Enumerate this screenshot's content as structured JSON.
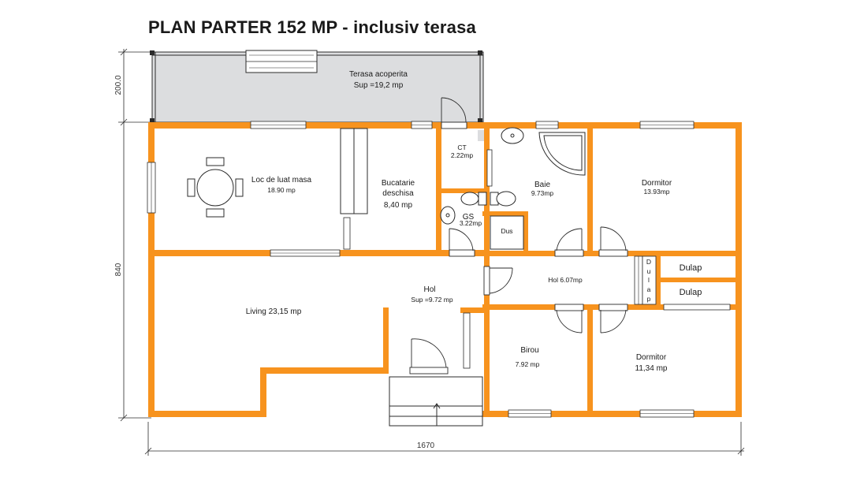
{
  "title": "PLAN PARTER 152 MP - inclusiv terasa",
  "dimensions": {
    "terrace_depth": "200.0",
    "height": "840",
    "width": "1670"
  },
  "rooms": {
    "terasa": {
      "name": "Terasa acoperita",
      "area": "Sup =19,2 mp"
    },
    "loc_masa": {
      "name": "Loc de luat masa",
      "area": "18.90 mp"
    },
    "bucatarie": {
      "name_line1": "Bucatarie",
      "name_line2": "deschisa",
      "area": "8,40 mp"
    },
    "ct": {
      "name": "CT",
      "area": "2.22mp"
    },
    "baie": {
      "name": "Baie",
      "area": "9.73mp"
    },
    "gs": {
      "name": "GS",
      "area": "3.22mp"
    },
    "dus": {
      "name": "Dus"
    },
    "dormitor1": {
      "name": "Dormitor",
      "area": "13.93mp"
    },
    "living": {
      "name": "Living 23,15 mp"
    },
    "hol": {
      "name": "Hol",
      "area": "Sup =9.72 mp"
    },
    "hol2": {
      "name": "Hol 6.07mp"
    },
    "dulap_vertical": [
      "D",
      "u",
      "l",
      "a",
      "p"
    ],
    "dulap1": {
      "name": "Dulap"
    },
    "dulap2": {
      "name": "Dulap"
    },
    "birou": {
      "name": "Birou",
      "area": "7.92 mp"
    },
    "dormitor2": {
      "name": "Dormitor",
      "area": "11,34 mp"
    }
  },
  "colors": {
    "wall": "#f7931e",
    "terrace_fill": "#dcdddf",
    "line": "#2b2b2b"
  }
}
